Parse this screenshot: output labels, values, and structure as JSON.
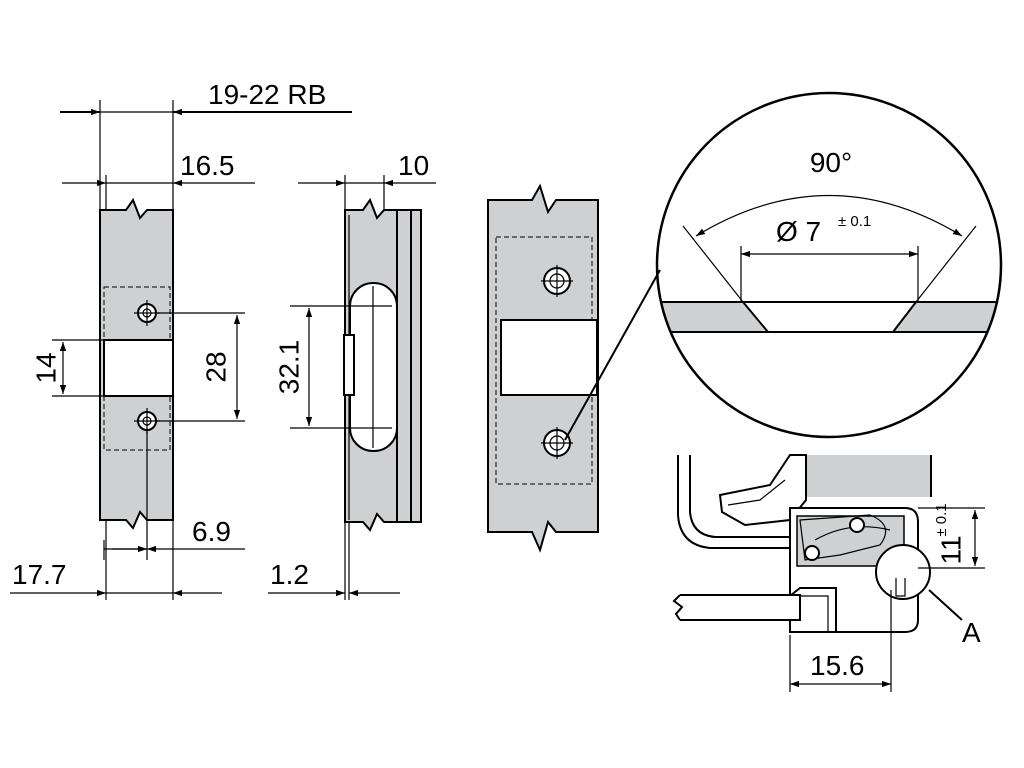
{
  "drawing": {
    "dimensions": {
      "rebate_range": "19-22 RB",
      "face_width": "16.5",
      "side_width": "10",
      "opening_height": "14",
      "hole_spacing": "28",
      "slot_length": "32.1",
      "hole_offset": "6.9",
      "overall_offset": "17.7",
      "plate_thickness": "1.2",
      "angle": "90°",
      "hole_diameter_symbol": "Ø 7",
      "hole_tolerance": "± 0.1",
      "bottom_width": "15.6",
      "side_height": "11",
      "side_tolerance": "± 0.1"
    },
    "detail_label": "A"
  }
}
